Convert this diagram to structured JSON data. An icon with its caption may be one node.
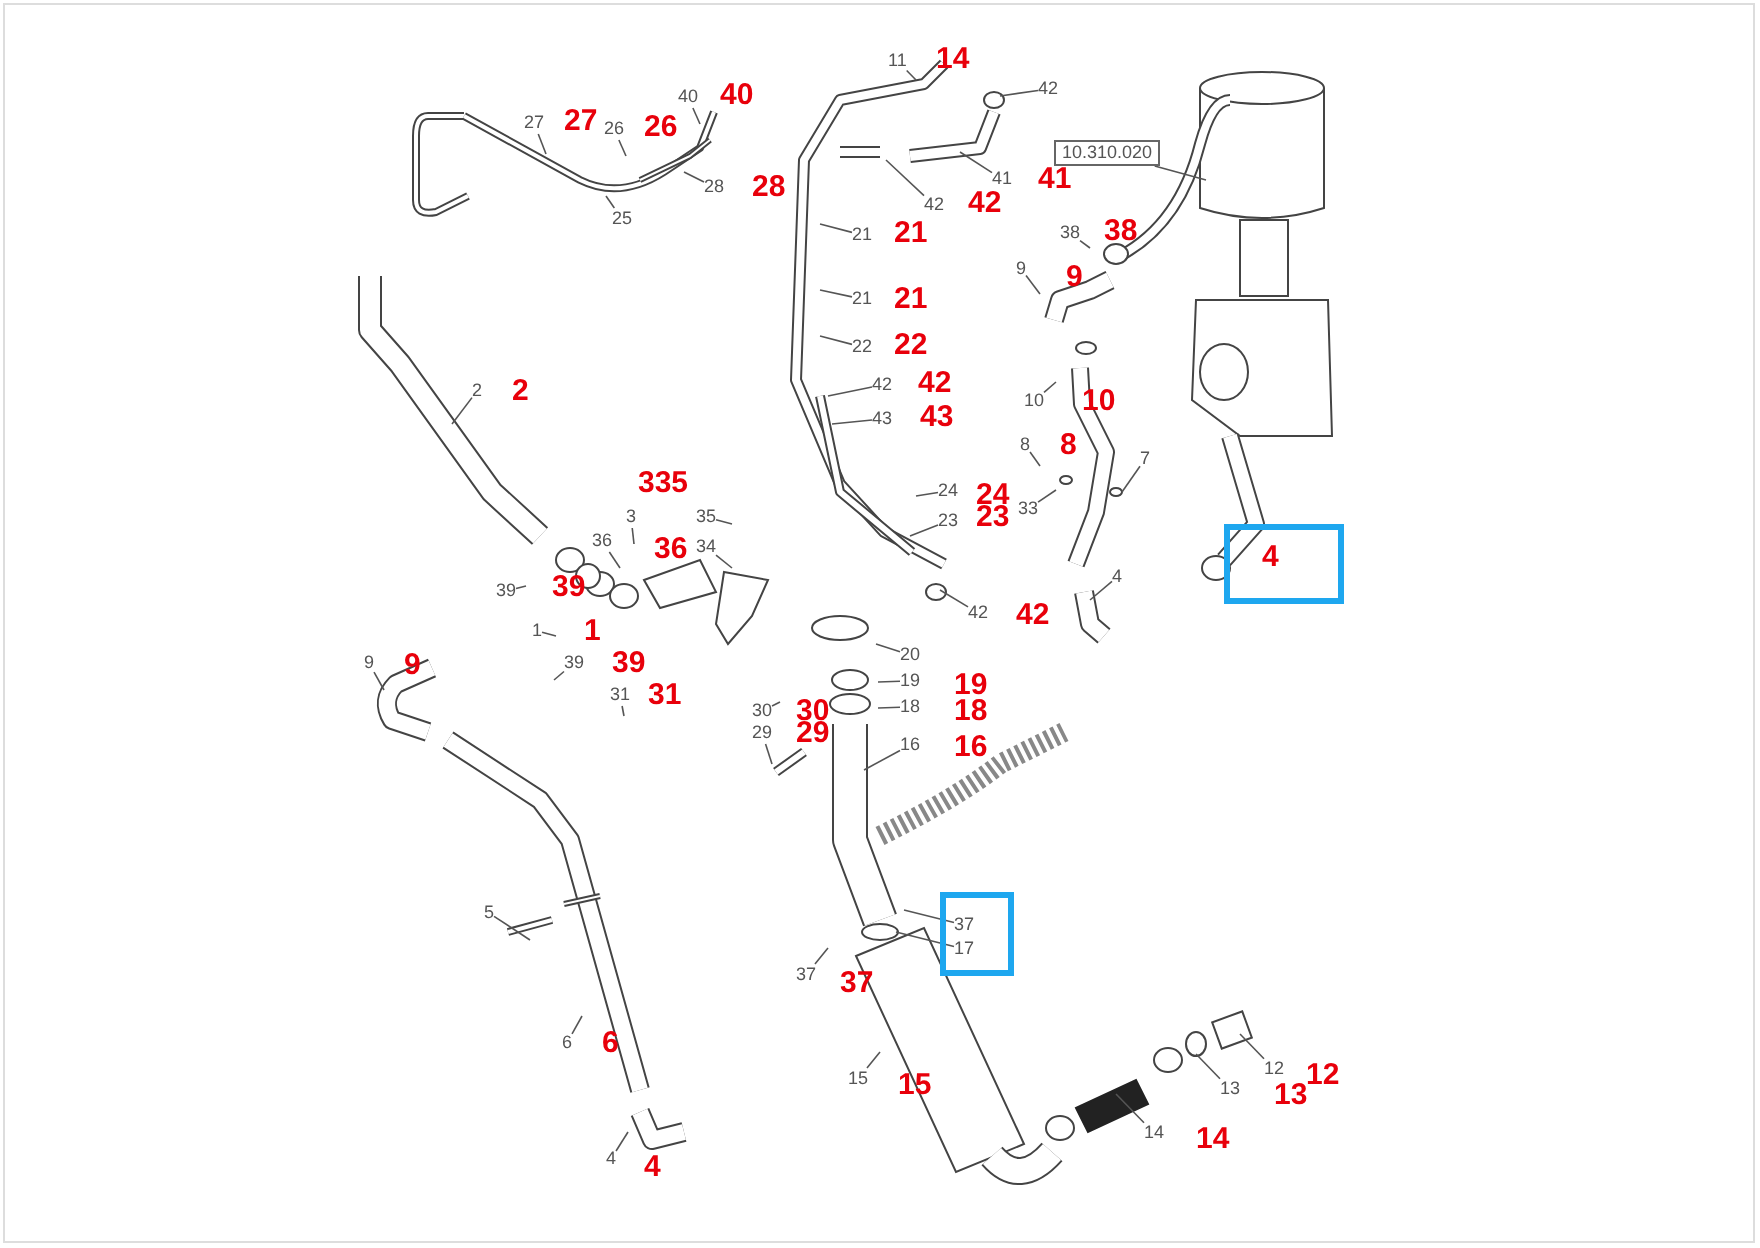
{
  "diagram": {
    "nodes": [
      {
        "text": [
          "40"
        ]
      },
      {
        "text": [
          "27"
        ]
      },
      {
        "text": [
          "26"
        ]
      },
      {
        "text": [
          "28"
        ]
      },
      {
        "text": [
          "25"
        ]
      },
      {
        "text": [
          "2"
        ]
      },
      {
        "text": [
          "3"
        ]
      },
      {
        "text": [
          "36"
        ]
      },
      {
        "text": [
          "35"
        ]
      },
      {
        "text": [
          "34"
        ]
      },
      {
        "text": [
          "39"
        ]
      },
      {
        "text": [
          "1"
        ]
      },
      {
        "text": [
          "39"
        ]
      },
      {
        "text": [
          "31"
        ]
      },
      {
        "text": [
          "11"
        ]
      },
      {
        "text": [
          "42"
        ]
      },
      {
        "text": [
          "42"
        ]
      },
      {
        "text": [
          "41"
        ]
      },
      {
        "text": [
          "21"
        ]
      },
      {
        "text": [
          "21"
        ]
      },
      {
        "text": [
          "22"
        ]
      },
      {
        "text": [
          "42"
        ]
      },
      {
        "text": [
          "43"
        ]
      },
      {
        "text": [
          "24"
        ]
      },
      {
        "text": [
          "23"
        ]
      },
      {
        "text": [
          "42"
        ]
      },
      {
        "text": [
          "10.310.020"
        ]
      },
      {
        "text": [
          "38"
        ]
      },
      {
        "text": [
          "9"
        ]
      },
      {
        "text": [
          "10"
        ]
      },
      {
        "text": [
          "8"
        ]
      },
      {
        "text": [
          "7"
        ]
      },
      {
        "text": [
          "33"
        ]
      },
      {
        "text": [
          "4"
        ]
      },
      {
        "text": [
          "4"
        ]
      },
      {
        "text": [
          "9"
        ]
      },
      {
        "text": [
          "20"
        ]
      },
      {
        "text": [
          "19"
        ]
      },
      {
        "text": [
          "18"
        ]
      },
      {
        "text": [
          "30"
        ]
      },
      {
        "text": [
          "29"
        ]
      },
      {
        "text": [
          "16"
        ]
      },
      {
        "text": [],
        "shape": "box"
      },
      {
        "text": [
          "37"
        ],
        "in": 42
      },
      {
        "text": [
          "17"
        ],
        "in": 42
      },
      {
        "text": [
          "37"
        ]
      },
      {
        "text": [
          "5"
        ]
      },
      {
        "text": [
          "6"
        ]
      },
      {
        "text": [
          "15"
        ]
      },
      {
        "text": [
          "4"
        ]
      },
      {
        "text": [
          "14"
        ]
      },
      {
        "text": [
          "13"
        ]
      },
      {
        "text": [
          "12"
        ]
      }
    ],
    "edges": [
      {
        "from": 0,
        "to": null,
        "arrow": "none"
      },
      {
        "from": 1,
        "to": null,
        "arrow": "none"
      },
      {
        "from": 2,
        "to": null,
        "arrow": "none"
      },
      {
        "from": 3,
        "to": null,
        "arrow": "none"
      },
      {
        "from": 4,
        "to": null,
        "arrow": "none"
      },
      {
        "from": 5,
        "to": null,
        "arrow": "none"
      },
      {
        "from": 6,
        "to": null,
        "arrow": "none"
      },
      {
        "from": 7,
        "to": null,
        "arrow": "none"
      },
      {
        "from": 8,
        "to": null,
        "arrow": "none"
      },
      {
        "from": 9,
        "to": null,
        "arrow": "none"
      },
      {
        "from": 10,
        "to": null,
        "arrow": "none"
      },
      {
        "from": 11,
        "to": null,
        "arrow": "none"
      },
      {
        "from": 12,
        "to": null,
        "arrow": "none"
      },
      {
        "from": 13,
        "to": null,
        "arrow": "none"
      },
      {
        "from": 14,
        "to": null,
        "arrow": "none"
      },
      {
        "from": 15,
        "to": null,
        "arrow": "none"
      },
      {
        "from": 16,
        "to": null,
        "arrow": "none"
      },
      {
        "from": 17,
        "to": null,
        "arrow": "none"
      },
      {
        "from": 18,
        "to": null,
        "arrow": "none"
      },
      {
        "from": 19,
        "to": null,
        "arrow": "none"
      },
      {
        "from": 20,
        "to": null,
        "arrow": "none"
      },
      {
        "from": 21,
        "to": null,
        "arrow": "none"
      },
      {
        "from": 22,
        "to": null,
        "arrow": "none"
      },
      {
        "from": 23,
        "to": null,
        "arrow": "none"
      },
      {
        "from": 24,
        "to": null,
        "arrow": "none"
      },
      {
        "from": 25,
        "to": null,
        "arrow": "none"
      },
      {
        "from": 26,
        "to": null,
        "arrow": "none"
      },
      {
        "from": 27,
        "to": null,
        "arrow": "none"
      },
      {
        "from": 28,
        "to": null,
        "arrow": "none"
      },
      {
        "from": 29,
        "to": null,
        "arrow": "none"
      },
      {
        "from": 30,
        "to": null,
        "arrow": "none"
      },
      {
        "from": 31,
        "to": null,
        "arrow": "none"
      },
      {
        "from": 32,
        "to": null,
        "arrow": "none"
      },
      {
        "from": 33,
        "to": null,
        "arrow": "none"
      },
      {
        "from": 35,
        "to": null,
        "arrow": "none"
      },
      {
        "from": 36,
        "to": null,
        "arrow": "none"
      },
      {
        "from": 37,
        "to": null,
        "arrow": "none"
      },
      {
        "from": 38,
        "to": null,
        "arrow": "none"
      },
      {
        "from": 39,
        "to": null,
        "arrow": "none"
      },
      {
        "from": 40,
        "to": null,
        "arrow": "none"
      },
      {
        "from": 41,
        "to": null,
        "arrow": "none"
      },
      {
        "from": 43,
        "to": null,
        "arrow": "none"
      },
      {
        "from": 44,
        "to": null,
        "arrow": "none"
      },
      {
        "from": 45,
        "to": null,
        "arrow": "none"
      },
      {
        "from": 46,
        "to": null,
        "arrow": "none"
      },
      {
        "from": 47,
        "to": null,
        "arrow": "none"
      },
      {
        "from": 48,
        "to": null,
        "arrow": "none"
      },
      {
        "from": 49,
        "to": null,
        "arrow": "none"
      },
      {
        "from": 50,
        "to": null,
        "arrow": "none"
      },
      {
        "from": 51,
        "to": null,
        "arrow": "none"
      },
      {
        "from": 52,
        "to": null,
        "arrow": "none"
      }
    ],
    "labels": [
      "14",
      "40",
      "27",
      "26",
      "28",
      "41",
      "42",
      "21",
      "38",
      "9",
      "21",
      "22",
      "42",
      "2",
      "10",
      "43",
      "8",
      "335",
      "24",
      "23",
      "36",
      "39",
      "42",
      "1",
      "39",
      "31",
      "9",
      "19",
      "18",
      "30",
      "29",
      "16",
      "37",
      "6",
      "15",
      "12",
      "13",
      "14",
      "4"
    ]
  }
}
